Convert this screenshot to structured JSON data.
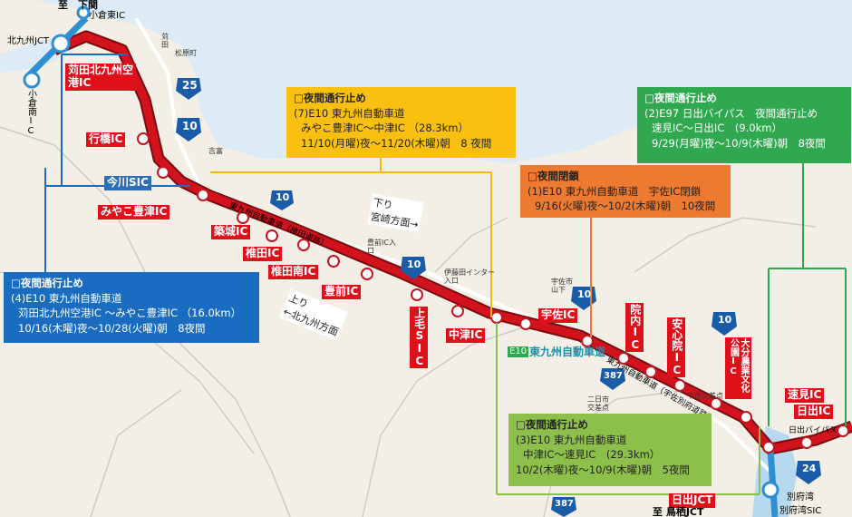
{
  "colors": {
    "expressway": "#c8141e",
    "sea": "#dbeaf6",
    "land": "#f3efe6",
    "box_yellow": "#f9c012",
    "box_orange": "#ec7a31",
    "box_green": "#2fa84f",
    "box_lightgreen": "#8dc04a",
    "box_blue": "#1a6cc0"
  },
  "top_labels": {
    "to": "至",
    "shimonoseki": "下関",
    "kitakyushu_jct": "北九州JCT",
    "kokura_higashi": "小倉東IC",
    "kokura_minami": "小倉南IC"
  },
  "ic_labels": {
    "kanda": "苅田北九州空港IC",
    "yukuhashi": "行橋IC",
    "imagawa": "今川SIC",
    "miyako": "みやこ豊津IC",
    "chikujo": "築城IC",
    "shiida": "椎田IC",
    "shiida_minami": "椎田南IC",
    "buzen": "豊前IC",
    "kouge": "上毛SIC",
    "nakatsu": "中津IC",
    "usa": "宇佐IC",
    "innai": "院内IC",
    "ajimu": "安心院IC",
    "oita_noken": "大分農業文化公園IC",
    "hayami": "速見IC",
    "hiji": "日出IC",
    "hiji_jct": "日出JCT"
  },
  "bottom_labels": {
    "to": "至",
    "tosu_jct": "鳥栖JCT",
    "beppu": "別府湾",
    "beppu_ic": "別府湾SIC"
  },
  "small_labels": {
    "kanda_place": "苅田",
    "matsuura": "松原町",
    "yoshitomi": "吉富",
    "buzen_ic_in": "豊前IC入口",
    "ibana": "伊藤田インター入口",
    "usashi": "宇佐市山下",
    "futakuchi": "二日市交差点",
    "shimo_ichi": "下市交差点"
  },
  "routes": {
    "r10": "10",
    "r25": "25",
    "r24": "24",
    "r387": "387",
    "e10": "E10",
    "e10_name": "東九州自動車道",
    "hiji_bypass": "日出バイパス",
    "highway_name_vertical": "東九州自動車道（宇佐別府道路）",
    "highway_name_west": "東九州自動車道（椎田道路）"
  },
  "directions": {
    "down": "下り",
    "down_dest": "宮崎方面→",
    "up": "上り",
    "up_dest": "←北九州方面"
  },
  "boxes": {
    "yellow": {
      "head": "□夜間通行止め",
      "l1": "(7)E10 東九州自動車道",
      "l2": "みやこ豊津IC～中津IC （28.3km）",
      "l3": "11/10(月曜)夜～11/20(木曜)朝　8 夜間"
    },
    "orange": {
      "head": "□夜間閉鎖",
      "l1": "(1)E10 東九州自動車道　宇佐IC閉鎖",
      "l2": "9/16(火曜)夜～10/2(木曜)朝　10夜間"
    },
    "green": {
      "head": "□夜間通行止め",
      "l1": "(2)E97 日出バイパス　夜間通行止め",
      "l2": "速見IC～日出IC　(9.0km）",
      "l3": "9/29(月曜)夜～10/9(木曜)朝　8夜間"
    },
    "lightgreen": {
      "head": "□夜間通行止め",
      "l1": "(3)E10 東九州自動車道",
      "l2": "中津IC～速見IC　(29.3km）",
      "l3": "10/2(木曜)夜～10/9(木曜)朝　5夜間"
    },
    "blue": {
      "head": "□夜間通行止め",
      "l1": "(4)E10 東九州自動車道",
      "l2": "苅田北九州空港IC ～みやこ豊津IC （16.0km）",
      "l3": "10/16(木曜)夜～10/28(火曜)朝　8夜間"
    }
  }
}
